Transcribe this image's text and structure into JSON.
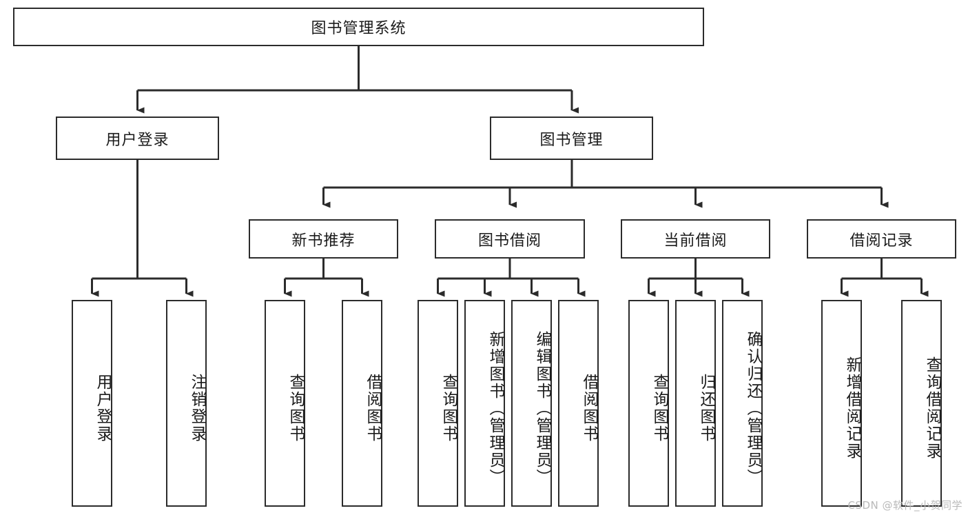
{
  "diagram": {
    "title": "图书管理系统",
    "type": "tree-hierarchy-diagram",
    "root": {
      "id": "root",
      "label": "图书管理系统"
    },
    "level2": [
      {
        "id": "user-login",
        "label": "用户登录"
      },
      {
        "id": "book-manage",
        "label": "图书管理"
      }
    ],
    "level3": [
      {
        "id": "new-book-recommend",
        "label": "新书推荐",
        "parent": "book-manage"
      },
      {
        "id": "book-borrow",
        "label": "图书借阅",
        "parent": "book-manage"
      },
      {
        "id": "current-borrow",
        "label": "当前借阅",
        "parent": "book-manage"
      },
      {
        "id": "borrow-record",
        "label": "借阅记录",
        "parent": "book-manage"
      }
    ],
    "leaves": {
      "user-login": [
        {
          "id": "leaf-user-login",
          "label": "用户登录"
        },
        {
          "id": "leaf-logout-login",
          "label": "注销登录"
        }
      ],
      "new-book-recommend": [
        {
          "id": "leaf-query-book-1",
          "label": "查询图书"
        },
        {
          "id": "leaf-borrow-book-1",
          "label": "借阅图书"
        }
      ],
      "book-borrow": [
        {
          "id": "leaf-query-book-2",
          "label": "查询图书"
        },
        {
          "id": "leaf-add-book",
          "label": "新增图书（管理员）"
        },
        {
          "id": "leaf-edit-book",
          "label": "编辑图书（管理员）"
        },
        {
          "id": "leaf-borrow-book-2",
          "label": "借阅图书"
        }
      ],
      "current-borrow": [
        {
          "id": "leaf-query-book-3",
          "label": "查询图书"
        },
        {
          "id": "leaf-return-book",
          "label": "归还图书"
        },
        {
          "id": "leaf-confirm-return",
          "label": "确认归还（管理员）"
        }
      ],
      "borrow-record": [
        {
          "id": "leaf-add-record",
          "label": "新增借阅记录"
        },
        {
          "id": "leaf-query-record",
          "label": "查询借阅记录"
        }
      ]
    },
    "colors": {
      "stroke": "#2b2b2b",
      "fill": "#ffffff",
      "text": "#1a1a1a",
      "watermark": "#b9b9b9"
    }
  },
  "watermark": {
    "text": "CSDN @软件_小贺同学"
  }
}
